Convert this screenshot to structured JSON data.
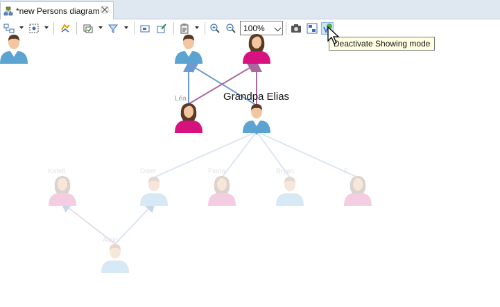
{
  "tab": {
    "title": "*new Persons diagram",
    "icon": "diagram-icon",
    "close_icon": "close-icon"
  },
  "toolbar": {
    "zoom_value": "100%",
    "tooltip": "Deactivate Showing mode"
  },
  "persons": {
    "lea": "Léa",
    "grandpa": "Grandpa Elias",
    "katell": "Katell",
    "dave": "Dave",
    "fiona": "Fiona",
    "bryan": "Bryan",
    "e": "E",
    "alain": "Alain"
  },
  "colors": {
    "male": "#5ba3d0",
    "female": "#d6127f",
    "skin": "#f2c6a0",
    "hair_female": "#5a3a25",
    "edge_blue": "#6d9bd1",
    "edge_purple": "#a9699f"
  }
}
